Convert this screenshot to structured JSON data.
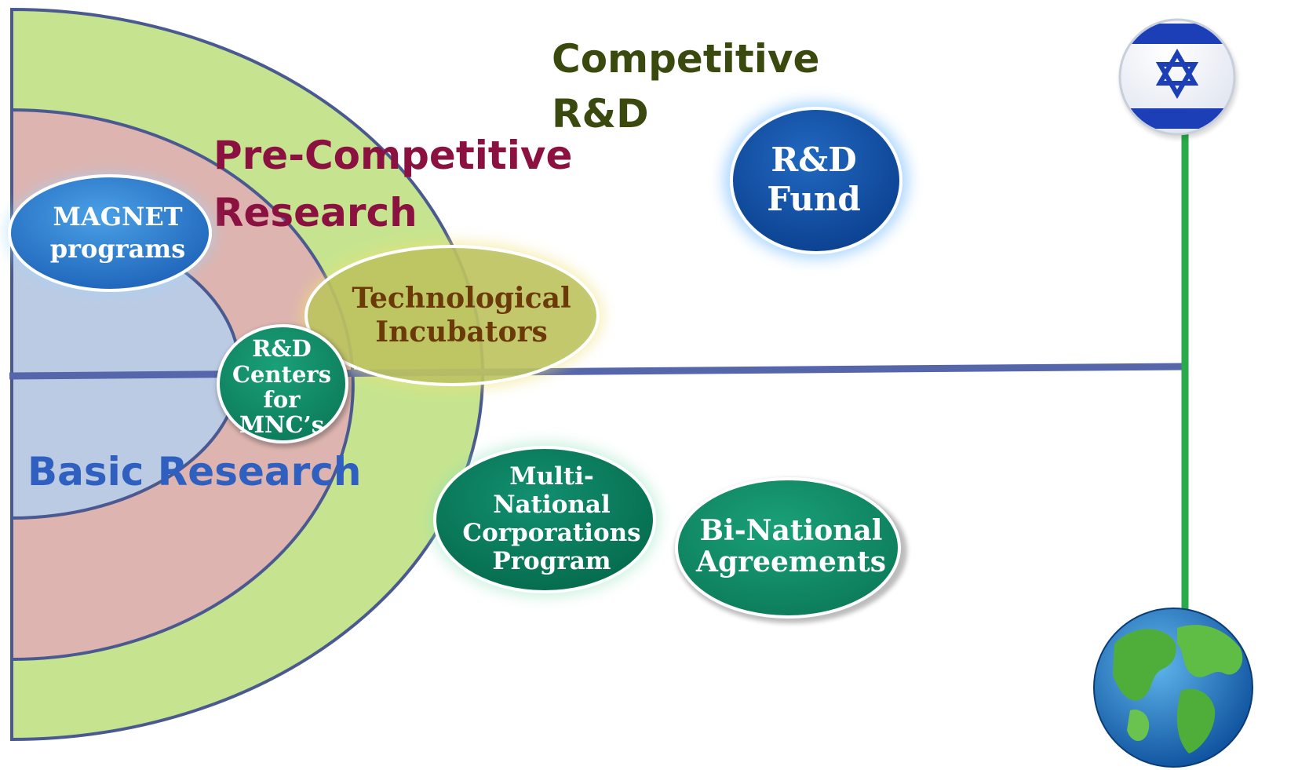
{
  "zones": {
    "competitive": {
      "line1": "Competitive",
      "line2": "R&D",
      "color": "#3a4a0e"
    },
    "pre_competitive": {
      "line1": "Pre-Competitive",
      "line2": "Research",
      "color": "#8b1240"
    },
    "basic": {
      "label": "Basic Research",
      "color": "#2f5fbf"
    }
  },
  "programs": {
    "magnet": {
      "line1": "MAGNET",
      "line2": "programs"
    },
    "rd_centers": {
      "line1": "R&D",
      "line2": "Centers",
      "line3": "for",
      "line4": "MNC’s"
    },
    "incubators": {
      "line1": "Technological",
      "line2": "Incubators"
    },
    "rd_fund": {
      "line1": "R&D",
      "line2": "Fund"
    },
    "mnc_program": {
      "line1": "Multi-",
      "line2": "National",
      "line3": "Corporations",
      "line4": "Program"
    },
    "binational": {
      "line1": "Bi-National",
      "line2": "Agreements"
    }
  },
  "icons": {
    "flag": "israel-flag-icon",
    "globe": "globe-icon"
  },
  "colors": {
    "outer_ring": "#c6e48f",
    "middle_ring": "#ddb4b0",
    "inner_area": "#bccbe4",
    "axis_line": "#5566aa",
    "vertical_line": "#2aaa4a",
    "blue_ellipse": "#2f7fd0",
    "fund_ellipse": "#1a58b0",
    "green_ellipse": "#13906a",
    "incubator_ellipse": "#b7bf5e"
  }
}
